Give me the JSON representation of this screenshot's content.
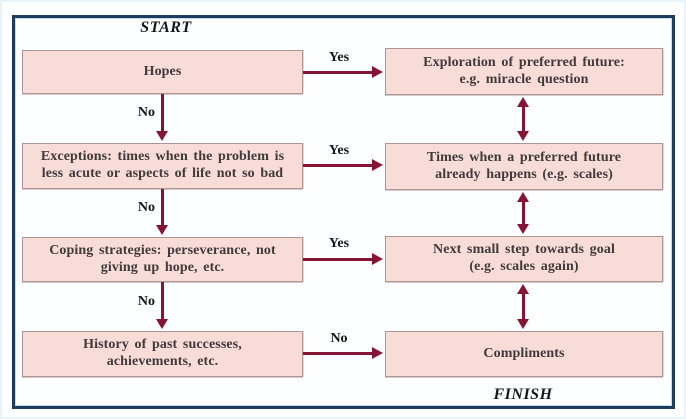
{
  "labels": {
    "start": "START",
    "finish": "FINISH"
  },
  "left_column": {
    "boxes": [
      {
        "id": "hopes",
        "text": "Hopes"
      },
      {
        "id": "exceptions",
        "text": "Exceptions: times when the problem is\nless acute or aspects of life not so bad"
      },
      {
        "id": "coping",
        "text": "Coping strategies: perseverance, not\ngiving up hope, etc."
      },
      {
        "id": "history",
        "text": "History of past successes,\nachievements, etc."
      }
    ]
  },
  "right_column": {
    "boxes": [
      {
        "id": "exploration",
        "text": "Exploration of preferred future:\ne.g. miracle question"
      },
      {
        "id": "times",
        "text": "Times when a preferred future\nalready happens (e.g. scales)"
      },
      {
        "id": "next_step",
        "text": "Next small step towards goal\n(e.g. scales again)"
      },
      {
        "id": "compliments",
        "text": "Compliments"
      }
    ]
  },
  "connectors": {
    "horizontal": [
      {
        "label": "Yes"
      },
      {
        "label": "Yes"
      },
      {
        "label": "Yes"
      },
      {
        "label": "No"
      }
    ],
    "vertical_left": [
      {
        "label": "No"
      },
      {
        "label": "No"
      },
      {
        "label": "No"
      }
    ]
  },
  "colors": {
    "frame": "#1d3b5c",
    "box_fill": "#f8dcd8",
    "box_border": "#ad9793",
    "box_text": "#403a3a",
    "arrow": "#851435",
    "label_text": "#161616"
  }
}
